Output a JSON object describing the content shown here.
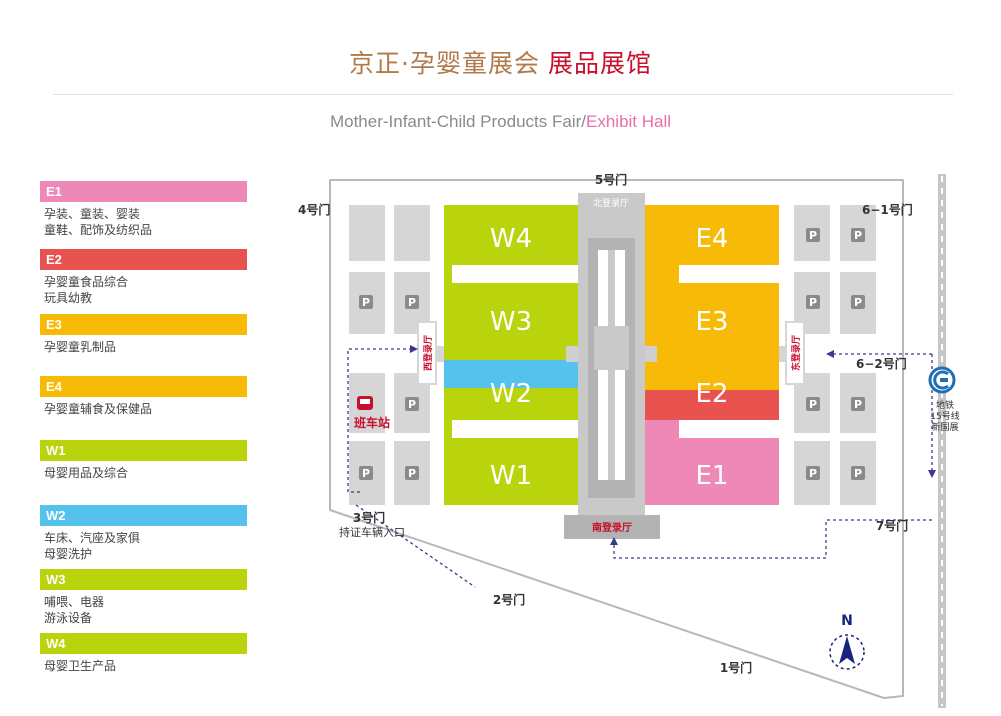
{
  "header": {
    "title_main": "京正·孕婴童展会",
    "title_accent": "展品展馆",
    "subtitle_main": "Mother-Infant-Child Products Fair/",
    "subtitle_accent": "Exhibit Hall"
  },
  "legend": [
    {
      "code": "E1",
      "color": "#ee88b6",
      "lines": [
        "孕装、童装、婴装",
        "童鞋、配饰及纺织品"
      ]
    },
    {
      "code": "E2",
      "color": "#e8524f",
      "lines": [
        "孕婴童食品综合",
        "玩具幼教"
      ]
    },
    {
      "code": "E3",
      "color": "#f7bb07",
      "lines": [
        "孕婴童乳制品"
      ]
    },
    {
      "code": "E4",
      "color": "#f7bb07",
      "lines": [
        "孕婴童辅食及保健品"
      ]
    },
    {
      "code": "W1",
      "color": "#b9d30c",
      "lines": [
        "母婴用品及综合"
      ]
    },
    {
      "code": "W2",
      "color": "#55c2ee",
      "lines": [
        "车床、汽座及家俱",
        "母婴洗护"
      ]
    },
    {
      "code": "W3",
      "color": "#b9d30c",
      "lines": [
        "哺喂、电器",
        "游泳设备"
      ]
    },
    {
      "code": "W4",
      "color": "#b9d30c",
      "lines": [
        "母婴卫生产品"
      ]
    }
  ],
  "map": {
    "halls": {
      "W4": "W4",
      "W3": "W3",
      "W2": "W2",
      "W1": "W1",
      "E4": "E4",
      "E3": "E3",
      "E2": "E2",
      "E1": "E1"
    },
    "gates": {
      "g5": "5号门",
      "g4": "4号门",
      "g6_1": "6−1号门",
      "g6_2": "6−2号门",
      "g3": "3号门",
      "g3_note": "持证车辆入口",
      "g2": "2号门",
      "g1": "1号门",
      "g7": "7号门"
    },
    "lobbies": {
      "north": "北登录厅",
      "south": "南登录厅",
      "west": "西登录厅",
      "east": "东登录厅"
    },
    "shuttle": "班车站",
    "parking": "P",
    "metro": [
      "地铁",
      "15号线",
      "新国展"
    ],
    "compass": "N"
  }
}
